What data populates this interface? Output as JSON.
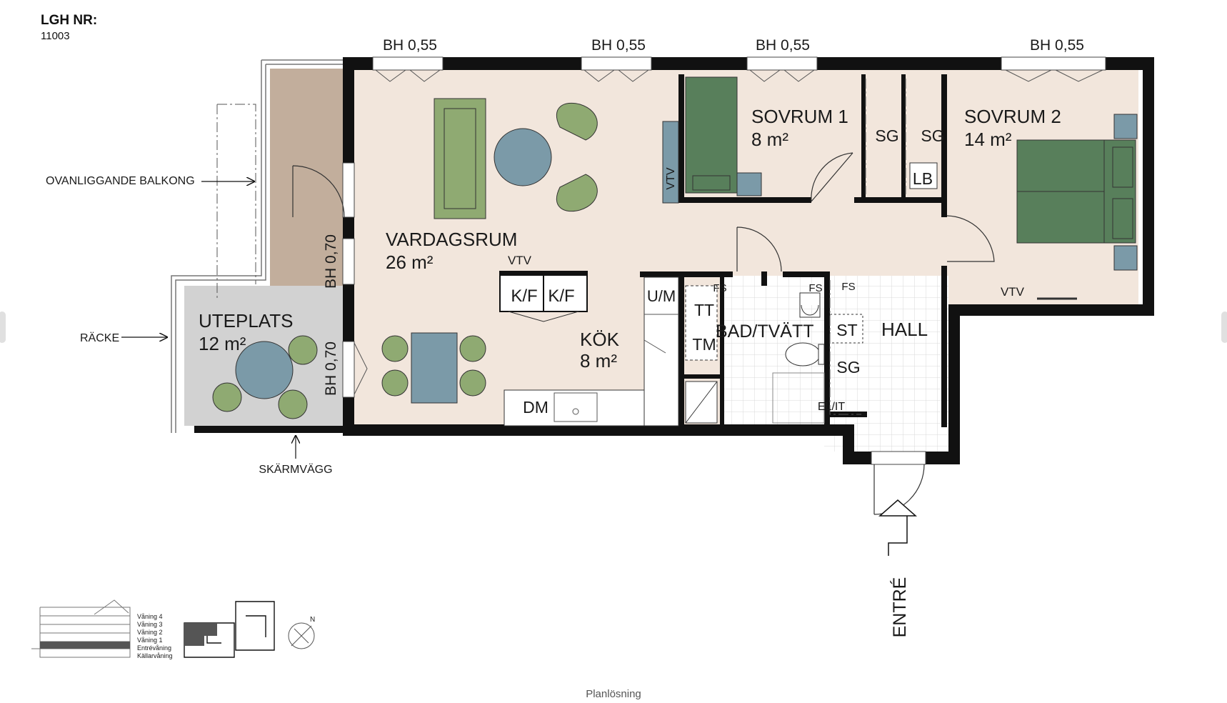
{
  "header": {
    "title": "LGH NR:",
    "number": "11003"
  },
  "caption": "Planlösning",
  "colors": {
    "floor": "#f2e6dc",
    "wall": "#111111",
    "balcony": "#c2ae9c",
    "patio": "#d2d2d2",
    "furniture_green": "#8faa72",
    "furniture_dark_green": "#587f5b",
    "furniture_blue": "#7b9aa8"
  },
  "windows": [
    {
      "label": "BH 0,55"
    },
    {
      "label": "BH 0,55"
    },
    {
      "label": "BH 0,55"
    },
    {
      "label": "BH 0,55"
    },
    {
      "label": "BH 0,70"
    },
    {
      "label": "BH 0,70"
    }
  ],
  "rooms": {
    "vardagsrum": {
      "name": "VARDAGSRUM",
      "area": "26 m²"
    },
    "kok": {
      "name": "KÖK",
      "area": "8 m²"
    },
    "sovrum1": {
      "name": "SOVRUM 1",
      "area": "8 m²"
    },
    "sovrum2": {
      "name": "SOVRUM 2",
      "area": "14 m²"
    },
    "uteplats": {
      "name": "UTEPLATS",
      "area": "12 m²"
    },
    "bad": {
      "name": "BAD/TVÄTT"
    },
    "hall": {
      "name": "HALL"
    }
  },
  "fixtures": {
    "sg": "SG",
    "lb": "LB",
    "kf": "K/F",
    "um": "U/M",
    "dm": "DM",
    "tt": "TT",
    "tm": "TM",
    "st": "ST",
    "vtv": "VTV",
    "fs": "FS",
    "elit": "EL/IT"
  },
  "annotations": {
    "balkong": "OVANLIGGANDE BALKONG",
    "racke": "RÄCKE",
    "skarmvagg": "SKÄRMVÄGG",
    "entre": "ENTRÉ"
  },
  "key_plan": {
    "floors": [
      "Våning 4",
      "Våning 3",
      "Våning 2",
      "Våning 1",
      "Entrévåning",
      "Källarvåning"
    ],
    "north": "N"
  }
}
